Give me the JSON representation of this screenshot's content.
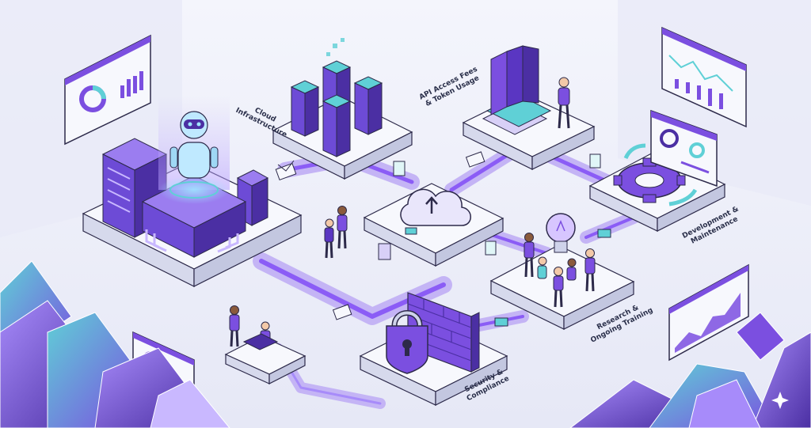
{
  "labels": {
    "cloud": "Cloud\nInfrastructure",
    "api": "API Access Fees\n& Token Usage",
    "dev": "Development &\nMaintenance",
    "rnd": "Research &\nOngoing Training",
    "sec": "Security &\nCompliance"
  },
  "colors": {
    "background": "#eef0fa",
    "platform": "#f7f8fd",
    "platform_side": "#d6d9ec",
    "purple": "#7b4fe0",
    "purple_dark": "#4b2fa3",
    "teal": "#5fd0d6",
    "outline": "#2d2a4a",
    "glow": "#9fe6ff"
  },
  "icons": [
    "server-rack-icon",
    "robot-icon",
    "cloud-upload-icon",
    "books-icon",
    "gear-icon",
    "lightbulb-icon",
    "padlock-icon",
    "brick-wall-icon",
    "envelope-icon",
    "document-icon",
    "dashboard-monitor-icon",
    "person-icon"
  ]
}
